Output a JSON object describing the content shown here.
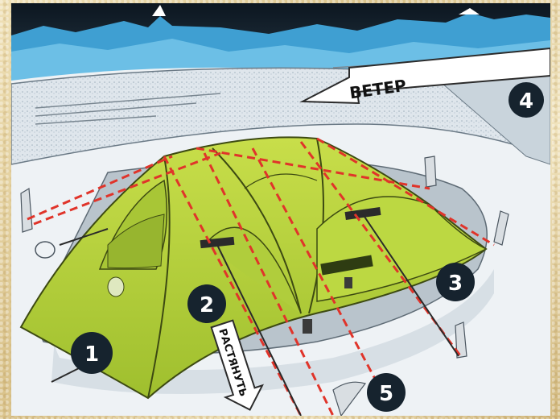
{
  "labels": {
    "wind": "ВЕТЕР",
    "stretch": "РАСТЯНУТЬ"
  },
  "callouts": [
    "1",
    "2",
    "3",
    "4",
    "5"
  ],
  "colors": {
    "sky": "#0e1a25",
    "mountains": "#4aa6d6",
    "snow": "#e8eef3",
    "tent": "#b9d43c",
    "tent_shadow": "#8aa82a",
    "guyline": "#e0342a",
    "badge": "#16232e",
    "frame": "#e1cb93"
  }
}
